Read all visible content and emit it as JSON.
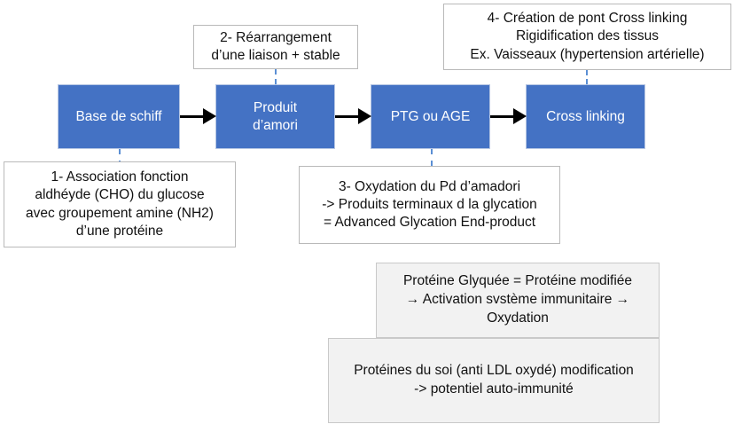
{
  "diagram": {
    "title": "Glycation pathway diagram",
    "colors": {
      "process_fill": "#4472C4",
      "process_text": "#FFFFFF",
      "note_fill": "#FFFFFF",
      "grey_fill": "#F2F2F2",
      "leader_line": "#5B8FD4",
      "arrow": "#000000"
    },
    "process_boxes": [
      {
        "id": "base-de-schiff",
        "label": "Base de schiff"
      },
      {
        "id": "produit-damori",
        "label": "Produit\nd’amori"
      },
      {
        "id": "ptg-ou-age",
        "label": "PTG ou AGE"
      },
      {
        "id": "cross-linking",
        "label": "Cross linking"
      }
    ],
    "notes": [
      {
        "id": "note-1",
        "text": "1- Association fonction\naldhéyde (CHO) du glucose\navec groupement amine (NH2)\nd’une protéine"
      },
      {
        "id": "note-2",
        "text": "2- Réarrangement\nd’une liaison + stable"
      },
      {
        "id": "note-3",
        "text": "3- Oxydation du Pd d’amadori\n-> Produits terminaux d la glycation\n= Advanced Glycation End-product"
      },
      {
        "id": "note-4",
        "text": "4- Création de pont Cross linking\nRigidification des tissus\nEx. Vaisseaux (hypertension artérielle)"
      }
    ],
    "grey_notes": [
      {
        "id": "grey-note-1",
        "text": "Protéine Glyquée = Protéine modifiée\n→ Activation svstème immunitaire →\nOxydation"
      },
      {
        "id": "grey-note-2",
        "text": "Protéines du soi (anti LDL oxydé) modification\n-> potentiel auto-immunité"
      }
    ]
  }
}
